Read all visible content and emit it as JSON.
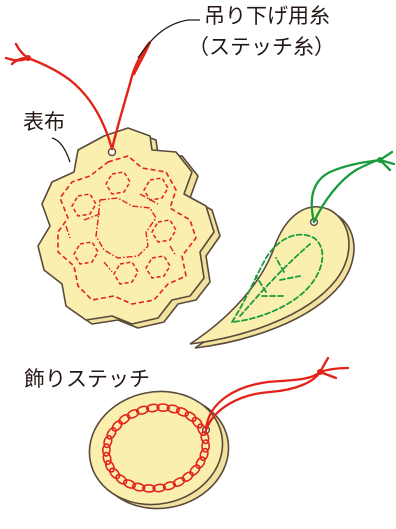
{
  "labels": {
    "hanging_thread_line1": "吊り下げ用糸",
    "hanging_thread_line2": "（ステッチ糸）",
    "front_fabric": "表布",
    "decorative_stitch": "飾りステッチ"
  },
  "colors": {
    "felt": "#fbefb0",
    "felt_shadow": "#f2e2a0",
    "outline": "#5a4a3a",
    "red_thread": "#e2231a",
    "green_thread": "#1a9c3e",
    "text": "#231815"
  }
}
